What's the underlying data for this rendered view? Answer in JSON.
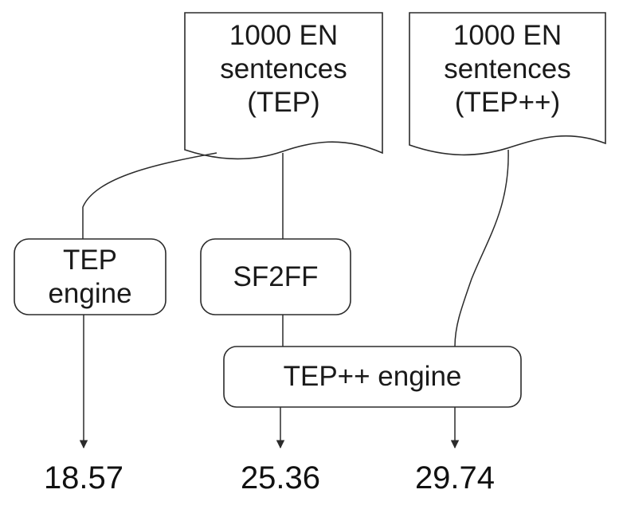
{
  "documents": [
    {
      "lines": [
        "1000 EN",
        "sentences",
        "(TEP)"
      ]
    },
    {
      "lines": [
        "1000 EN",
        "sentences",
        "(TEP++)"
      ]
    }
  ],
  "boxes": {
    "tep_engine": {
      "lines": [
        "TEP",
        "engine"
      ]
    },
    "sf2ff": {
      "label": "SF2FF"
    },
    "tep_pp_engine": {
      "label": "TEP++ engine"
    }
  },
  "scores": [
    "18.57",
    "25.36",
    "29.74"
  ]
}
